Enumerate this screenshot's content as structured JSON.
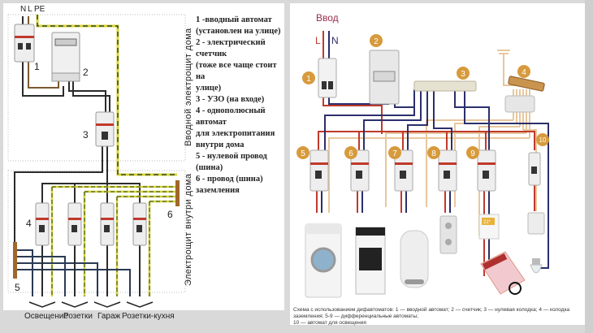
{
  "left_diagram": {
    "input_labels": [
      "N",
      "L",
      "PE"
    ],
    "number_labels": [
      "1",
      "2",
      "3",
      "4",
      "5",
      "6"
    ],
    "section_label_top": "Вводной электрощит дома",
    "section_label_bottom": "Электрощит внутри дома",
    "circuit_labels": [
      "Освещение",
      "Розетки",
      "Гараж",
      "Розетки-кухня"
    ],
    "legend": [
      "1 -вводный автомат",
      "(установлен на улице)",
      "2 - электрический счетчик",
      "(тоже все чаще стоит на",
      "улице)",
      "3 - УЗО (на входе)",
      "4 - однополюсный автомат",
      "для электропитания",
      "внутри дома",
      "5 - нулевой провод (шина)",
      "6 - провод (шина)",
      "заземления"
    ]
  },
  "right_diagram": {
    "input_label": "Ввод",
    "phase_label": "L",
    "neutral_label": "N",
    "badges": [
      "1",
      "2",
      "3",
      "4",
      "5",
      "6",
      "7",
      "8",
      "9",
      "10"
    ],
    "thermostat_display": "22°",
    "caption_line1": "Схема с использованием дифавтоматов: 1 — вводной автомат; 2 — счетчик; 3 — нулевая колодка; 4 — колодка заземления; 5-9 — дифференциальные автоматы;",
    "caption_line2": "10 — автомат для освещения",
    "appliances": [
      "washing-machine",
      "electric-stove",
      "water-heater",
      "socket",
      "floor-heating-thermostat",
      "light-switch",
      "light-bulb"
    ]
  },
  "colors": {
    "badge": "#d79a3c",
    "phase": "#c0392b",
    "neutral": "#2c2f6b",
    "ground": "#e8c79c",
    "pe_yellow": "#d8d23a",
    "wire_dark": "#2b2b2b",
    "wire_brown": "#7a5a30"
  }
}
